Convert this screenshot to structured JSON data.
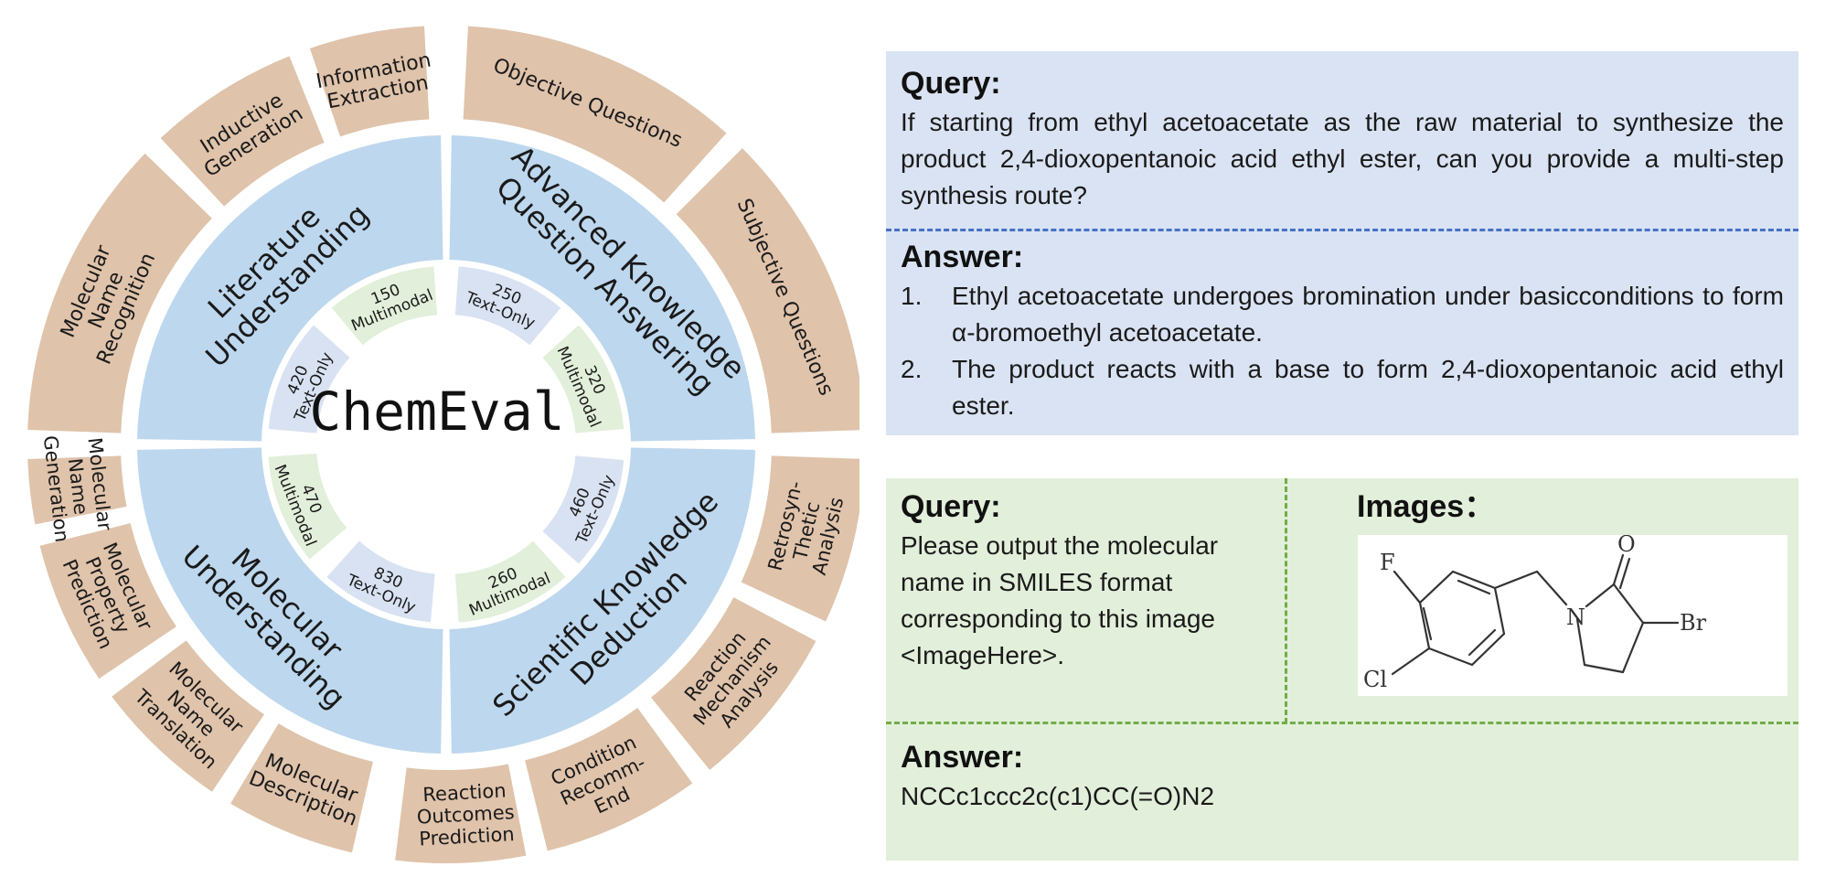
{
  "wheel": {
    "center_title": "ChemEval",
    "inner_ring": [
      [
        "150",
        "Multimodal"
      ],
      [
        "420",
        "Text-Only"
      ],
      [
        "250",
        "Text-Only"
      ],
      [
        "320",
        "Multimodal"
      ],
      [
        "470",
        "Multimodal"
      ],
      [
        "830",
        "Text-Only"
      ],
      [
        "260",
        "Multimodal"
      ],
      [
        "460",
        "Text-Only"
      ]
    ],
    "middle_ring": [
      [
        "Literature",
        "Understanding"
      ],
      [
        "Advanced Knowledge",
        "Question Answering"
      ],
      [
        "Molecular",
        "Understanding"
      ],
      [
        "Scientific Knowledge",
        "Deduction"
      ]
    ],
    "outer_ring": [
      [
        "Molecular",
        "Name",
        "Recognition"
      ],
      [
        "Inductive",
        "Generation"
      ],
      [
        "Information",
        "Extraction"
      ],
      [
        "Objective Questions"
      ],
      [
        "Subjective Questions"
      ],
      [
        "Retrosyn-",
        "Thetic",
        "Analysis"
      ],
      [
        "Reaction",
        "Mechanism",
        "Analysis"
      ],
      [
        "Condition",
        "Recomm-",
        "End"
      ],
      [
        "Reaction",
        "Outcomes",
        "Prediction"
      ],
      [
        "Molecular",
        "Description"
      ],
      [
        "Molecular",
        "Name",
        "Translation"
      ],
      [
        "Molecular",
        "Property",
        "Prediction"
      ],
      [
        "Molecular",
        "Name",
        "Generation"
      ]
    ],
    "colors": {
      "outer": "#dfc3ab",
      "middle": "#bdd7ee",
      "text_only": "#d9e2f3",
      "multimodal": "#e2efda"
    }
  },
  "example1": {
    "query_label": "Query:",
    "query_text": "If starting from ethyl acetoacetate as the raw material to synthesize the product 2,4-dioxopentanoic acid ethyl ester, can you provide a multi-step synthesis route?",
    "answer_label": "Answer:",
    "answer_items": [
      {
        "num": "1.",
        "text": "Ethyl acetoacetate undergoes bromination under basicconditions to form α-bromoethyl acetoacetate."
      },
      {
        "num": "2.",
        "text": "The product reacts with a base to form 2,4-dioxopentanoic acid ethyl ester."
      }
    ]
  },
  "example2": {
    "query_label": "Query:",
    "query_text": "Please output the molecular name in SMILES format corresponding to this image <ImageHere>.",
    "images_label": "Images：",
    "molecule_atoms": {
      "f": "F",
      "cl": "Cl",
      "n": "N",
      "o": "O",
      "br": "Br"
    },
    "answer_label": "Answer:",
    "answer_text": "NCCc1ccc2c(c1)CC(=O)N2"
  }
}
